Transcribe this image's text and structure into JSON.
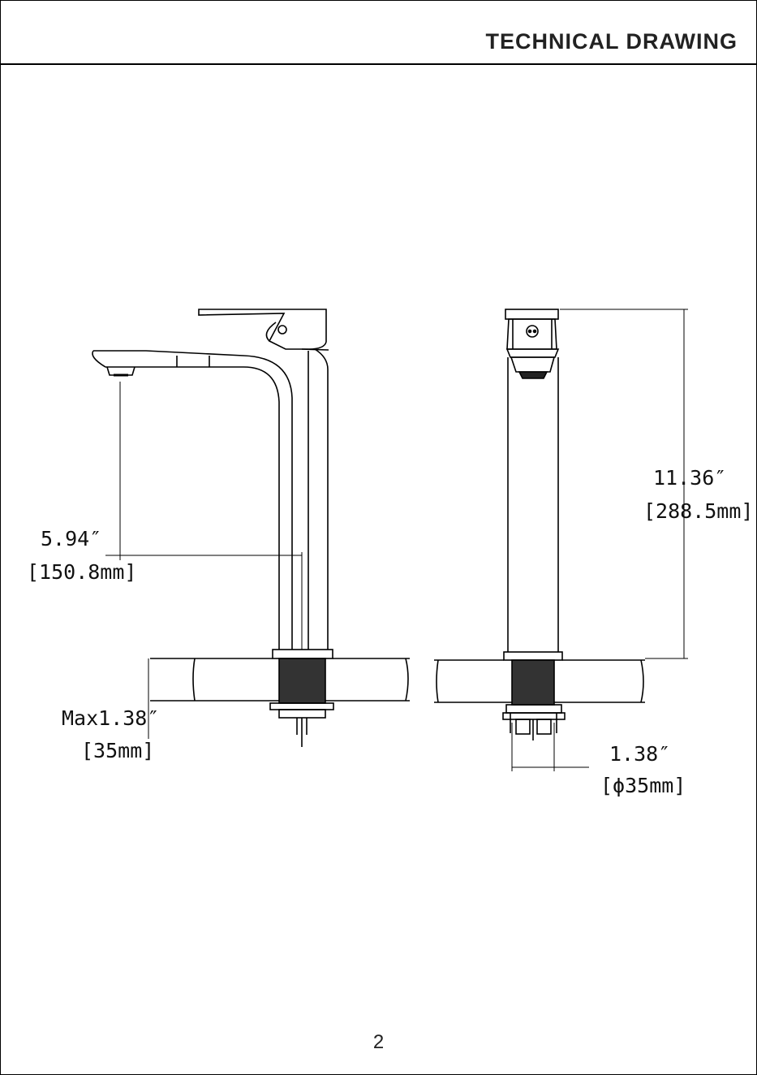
{
  "header": {
    "title": "TECHNICAL DRAWING"
  },
  "dimensions": {
    "reach": {
      "imperial": "5.94″",
      "metric": "[150.8mm]"
    },
    "height": {
      "imperial": "11.36″",
      "metric": "[288.5mm]"
    },
    "deck_thickness": {
      "imperial": "Max1.38″",
      "metric": "[35mm]"
    },
    "hole_diameter": {
      "imperial": "1.38″",
      "metric": "[ϕ35mm]"
    }
  },
  "footer": {
    "page_number": "2"
  }
}
